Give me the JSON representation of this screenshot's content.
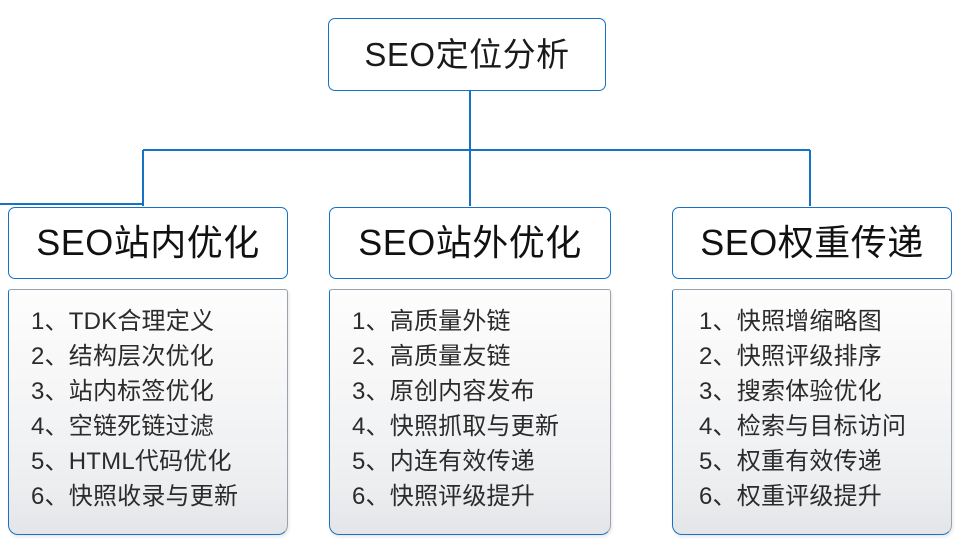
{
  "diagram": {
    "type": "tree-hierarchy",
    "root": {
      "label": "SEO定位分析"
    },
    "colors": {
      "node_border": "#1672c4",
      "connector": "#1672c4",
      "body_border": "#9aa3ab",
      "text": "#1a1a1a",
      "body_fill_top": "#fdfdfd",
      "body_fill_bottom": "#e3e5e8"
    },
    "branches": [
      {
        "header": "SEO站内优化",
        "items": [
          {
            "num": "1、",
            "text": "TDK合理定义"
          },
          {
            "num": "2、",
            "text": "结构层次优化"
          },
          {
            "num": "3、",
            "text": "站内标签优化"
          },
          {
            "num": "4、",
            "text": "空链死链过滤"
          },
          {
            "num": "5、",
            "text": "HTML代码优化"
          },
          {
            "num": "6、",
            "text": "快照收录与更新"
          }
        ]
      },
      {
        "header": "SEO站外优化",
        "items": [
          {
            "num": "1、",
            "text": "高质量外链"
          },
          {
            "num": "2、",
            "text": "高质量友链"
          },
          {
            "num": "3、",
            "text": "原创内容发布"
          },
          {
            "num": "4、",
            "text": "快照抓取与更新"
          },
          {
            "num": "5、",
            "text": "内连有效传递"
          },
          {
            "num": "6、",
            "text": "快照评级提升"
          }
        ]
      },
      {
        "header": "SEO权重传递",
        "items": [
          {
            "num": "1、",
            "text": "快照增缩略图"
          },
          {
            "num": "2、",
            "text": "快照评级排序"
          },
          {
            "num": "3、",
            "text": "搜索体验优化"
          },
          {
            "num": "4、",
            "text": "检索与目标访问"
          },
          {
            "num": "5、",
            "text": "权重有效传递"
          },
          {
            "num": "6、",
            "text": "权重评级提升"
          }
        ]
      }
    ]
  }
}
